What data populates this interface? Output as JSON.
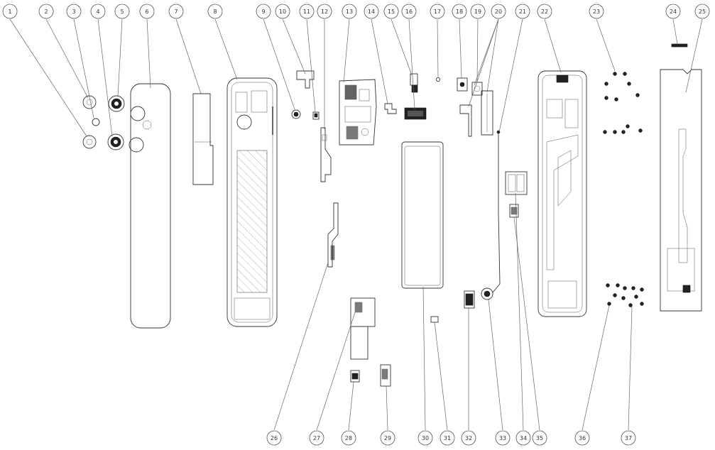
{
  "diagram": {
    "callouts": [
      "1",
      "2",
      "3",
      "4",
      "5",
      "6",
      "7",
      "8",
      "9",
      "10",
      "11",
      "12",
      "13",
      "14",
      "15",
      "16",
      "17",
      "18",
      "19",
      "20",
      "21",
      "22",
      "23",
      "24",
      "25",
      "26",
      "27",
      "28",
      "29",
      "30",
      "31",
      "32",
      "33",
      "34",
      "35",
      "36",
      "37"
    ]
  }
}
